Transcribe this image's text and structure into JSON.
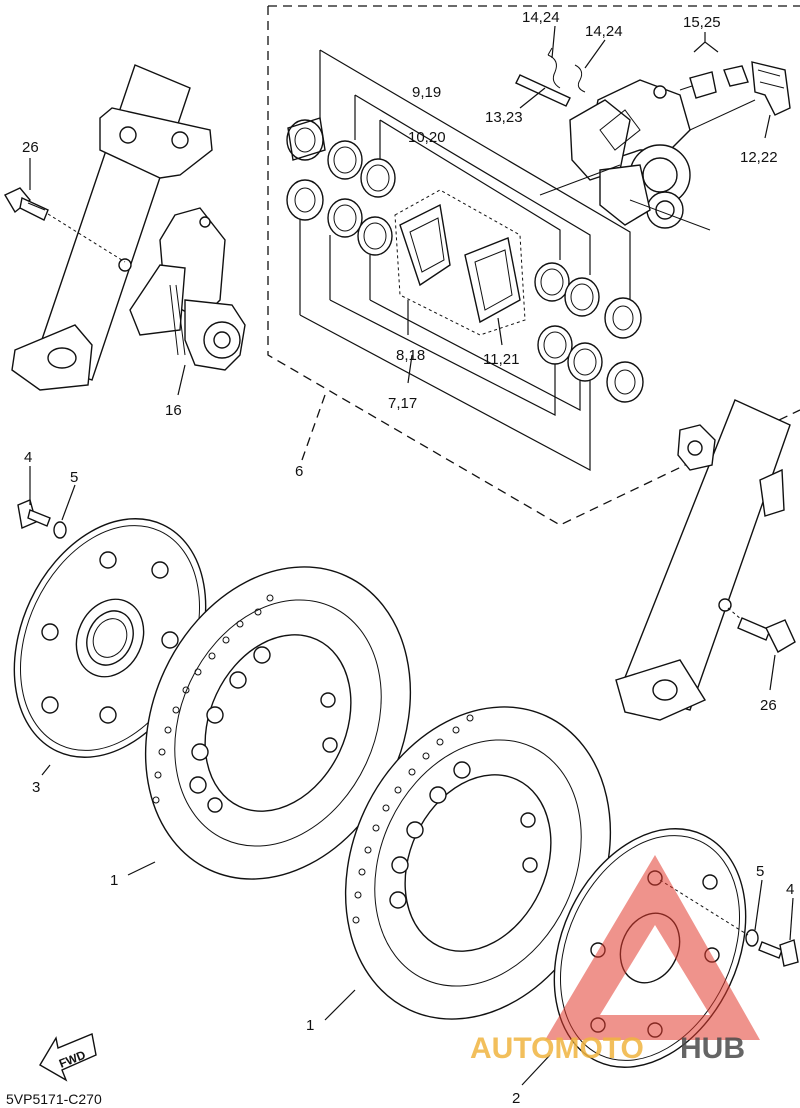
{
  "callouts": {
    "c_14_24_a": "14,24",
    "c_14_24_b": "14,24",
    "c_15_25": "15,25",
    "c_9_19": "9,19",
    "c_10_20": "10,20",
    "c_13_23": "13,23",
    "c_12_22": "12,22",
    "c_26_top": "26",
    "c_16": "16",
    "c_8_18": "8,18",
    "c_7_17": "7,17",
    "c_11_21": "11,21",
    "c_6": "6",
    "c_4_left": "4",
    "c_5_left": "5",
    "c_3": "3",
    "c_1_a": "1",
    "c_1_b": "1",
    "c_26_right": "26",
    "c_5_right": "5",
    "c_4_right": "4",
    "c_2": "2"
  },
  "fwd_label": "FWD",
  "diagram_code": "5VP5171-C270",
  "watermark": {
    "text_a": "AUTOMOTO",
    "text_b": "HUB",
    "color_a": "#f0b440",
    "color_b": "#4a4a4a",
    "triangle_color": "#e23a2e"
  }
}
